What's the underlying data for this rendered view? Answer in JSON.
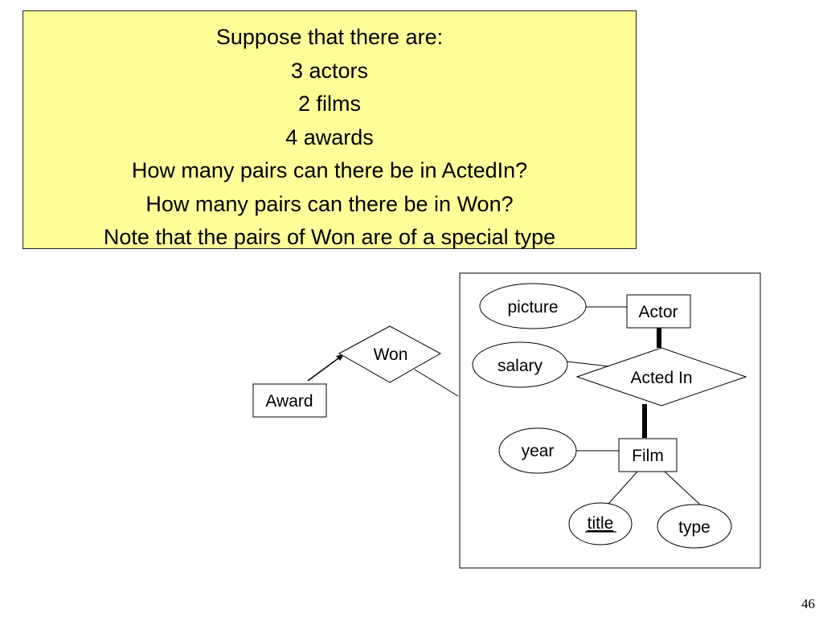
{
  "question": {
    "lines": [
      "Suppose that there are:",
      "3 actors",
      "2 films",
      "4 awards",
      "How many pairs can there be in ActedIn?",
      "How many pairs can there be in Won?",
      "Note that the pairs of Won are of a special type"
    ],
    "background": "#ffff99"
  },
  "diagram": {
    "entities": {
      "award": "Award",
      "actor": "Actor",
      "film": "Film"
    },
    "relationships": {
      "won": "Won",
      "acted_in": "Acted In"
    },
    "attributes": {
      "picture": "picture",
      "salary": "salary",
      "year": "year",
      "title": "title",
      "type": "type"
    }
  },
  "page_number": "46"
}
